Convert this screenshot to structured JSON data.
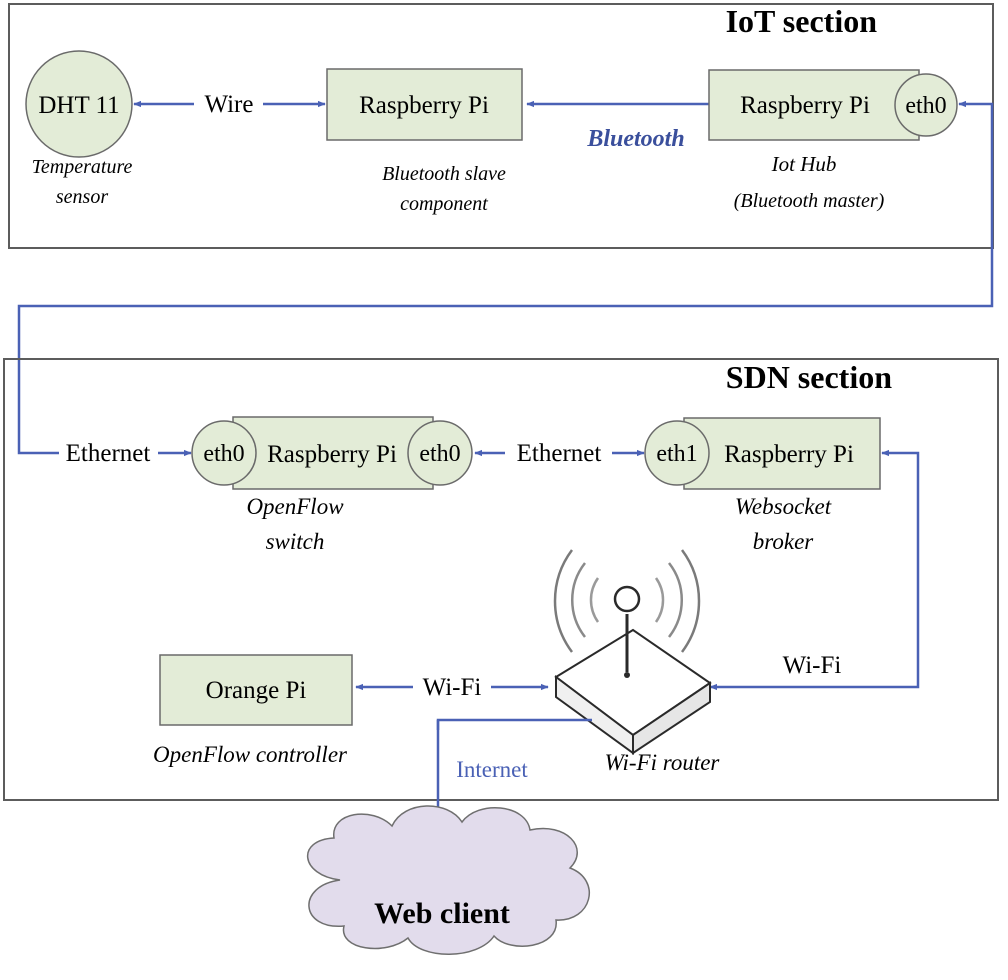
{
  "colors": {
    "node_fill": "#e3ecd7",
    "node_stroke": "#6a6a6a",
    "arrow": "#4a61b5",
    "bluetooth_text": "#3a4f9c",
    "internet_text": "#4a61b5",
    "section_border": "#5c5c5c",
    "cloud_fill": "#e2dcec"
  },
  "iot_section": {
    "title": "IoT section",
    "sensor": {
      "label": "DHT 11",
      "caption_line1": "Temperature",
      "caption_line2": "sensor"
    },
    "wire_label": "Wire",
    "slave": {
      "label": "Raspberry Pi",
      "caption_line1": "Bluetooth slave",
      "caption_line2": "component"
    },
    "bluetooth_label": "Bluetooth",
    "hub": {
      "label": "Raspberry Pi",
      "port": "eth0",
      "caption_line1": "Iot Hub",
      "caption_line2": "(Bluetooth master)"
    }
  },
  "sdn_section": {
    "title": "SDN section",
    "ethernet_in_label": "Ethernet",
    "switch": {
      "label": "Raspberry Pi",
      "port_left": "eth0",
      "port_right": "eth0",
      "caption_line1": "OpenFlow",
      "caption_line2": "switch"
    },
    "ethernet_mid_label": "Ethernet",
    "broker": {
      "label": "Raspberry Pi",
      "port": "eth1",
      "caption_line1": "Websocket",
      "caption_line2": "broker"
    },
    "controller": {
      "label": "Orange Pi",
      "caption": "OpenFlow controller"
    },
    "wifi_left_label": "Wi-Fi",
    "wifi_right_label": "Wi-Fi",
    "router_caption": "Wi-Fi router",
    "internet_label": "Internet"
  },
  "web_client": {
    "label": "Web client"
  }
}
